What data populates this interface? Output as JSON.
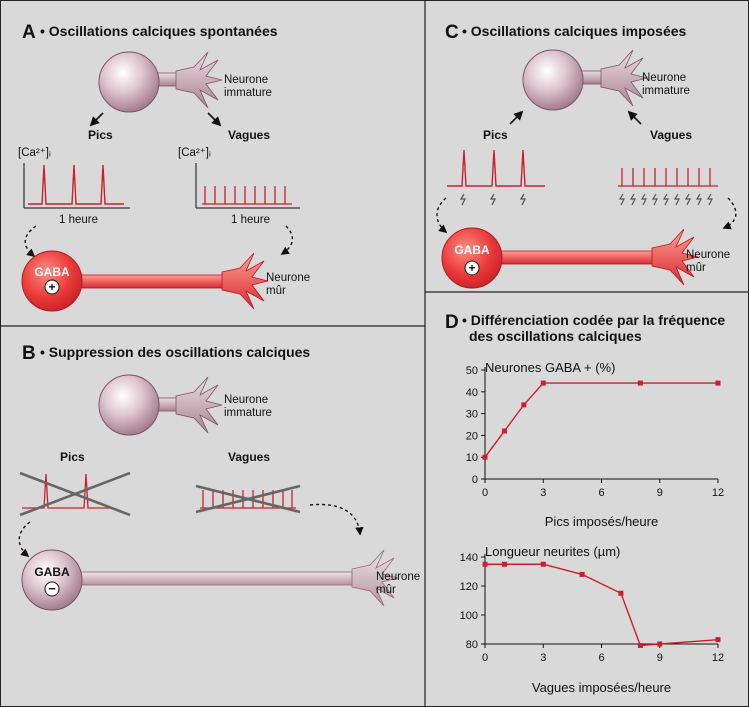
{
  "colors": {
    "background": "#d9d9d9",
    "immature_neuron": "#c9a5b3",
    "gaba_neuron": "#e8403f",
    "trace": "#cc1f2a",
    "cross": "#6b6b6b"
  },
  "panel_a": {
    "letter": "A",
    "title": "• Oscillations calciques spontanées",
    "neuron_label_1": "Neurone",
    "neuron_label_2": "immature",
    "pics": "Pics",
    "vagues": "Vagues",
    "ca_label": "[Ca²⁺]ᵢ",
    "hour_label": "1 heure",
    "gaba": "GABA",
    "gaba_sign": "+",
    "mature_1": "Neurone",
    "mature_2": "mûr"
  },
  "panel_b": {
    "letter": "B",
    "title": "• Suppression des oscillations calciques",
    "neuron_label_1": "Neurone",
    "neuron_label_2": "immature",
    "pics": "Pics",
    "vagues": "Vagues",
    "gaba": "GABA",
    "gaba_sign": "−",
    "mature_1": "Neurone",
    "mature_2": "mûr"
  },
  "panel_c": {
    "letter": "C",
    "title": "• Oscillations calciques imposées",
    "neuron_label_1": "Neurone",
    "neuron_label_2": "immature",
    "pics": "Pics",
    "vagues": "Vagues",
    "gaba": "GABA",
    "gaba_sign": "+",
    "mature_1": "Neurone",
    "mature_2": "mûr"
  },
  "panel_d": {
    "letter": "D",
    "title_line1": "• Différenciation codée par la fréquence",
    "title_line2": "des oscillations calciques"
  },
  "chart_data": [
    {
      "type": "line",
      "title": "Neurones GABA + (%)",
      "xlabel": "Pics imposés/heure",
      "ylabel": "",
      "x": [
        0,
        1,
        2,
        3,
        8,
        12
      ],
      "y": [
        10,
        22,
        34,
        44,
        44,
        44
      ],
      "xticks": [
        0,
        3,
        6,
        9,
        12
      ],
      "yticks": [
        0,
        10,
        20,
        30,
        40,
        50
      ],
      "xlim": [
        0,
        12
      ],
      "ylim": [
        0,
        50
      ]
    },
    {
      "type": "line",
      "title": "Longueur neurites (µm)",
      "xlabel": "Vagues imposées/heure",
      "ylabel": "",
      "x": [
        0,
        1,
        3,
        5,
        7,
        8,
        9,
        12
      ],
      "y": [
        135,
        135,
        135,
        128,
        115,
        79,
        80,
        83
      ],
      "xticks": [
        0,
        3,
        6,
        9,
        12
      ],
      "yticks": [
        80,
        100,
        120,
        140
      ],
      "xlim": [
        0,
        12
      ],
      "ylim": [
        80,
        140
      ]
    }
  ]
}
